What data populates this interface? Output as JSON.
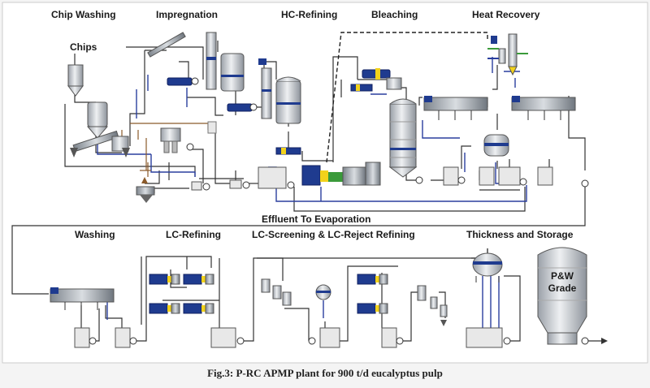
{
  "sections_top": [
    "Chip Washing",
    "Impregnation",
    "HC-Refining",
    "Bleaching",
    "Heat Recovery"
  ],
  "sections_bottom": [
    "Washing",
    "LC-Refining",
    "LC-Screening & LC-Reject Refining",
    "Thickness and Storage"
  ],
  "labels": {
    "chips": "Chips",
    "effluent": "Effluent To Evaporation",
    "tower_line1": "P&W",
    "tower_line2": "Grade"
  },
  "caption": "Fig.3: P-RC APMP plant for 900 t/d eucalyptus pulp",
  "colors": {
    "pipe": "#333333",
    "blue_flow": "#2a3f9e",
    "brown_flow": "#8a5a2a",
    "vessel": "#c9ccd1",
    "motor_blue": "#1f3b8f",
    "yellow": "#f2d21b",
    "green": "#3a9a3a"
  }
}
